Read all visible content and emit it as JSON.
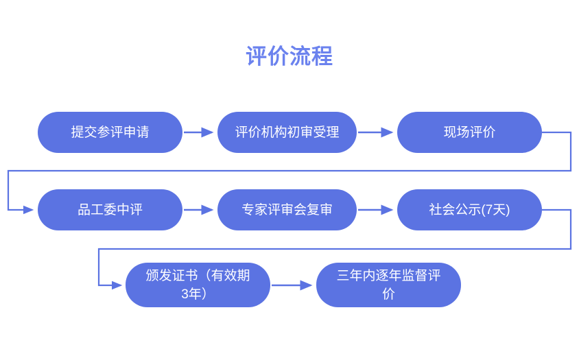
{
  "title": "评价流程",
  "colors": {
    "node_fill": "#5b73e2",
    "node_text": "#ffffff",
    "title": "#6b82ee",
    "connector": "#5b73e2",
    "background": "#ffffff"
  },
  "nodes": [
    {
      "id": "node-1",
      "label": "提交参评申请",
      "row": 1,
      "col": 1
    },
    {
      "id": "node-2",
      "label": "评价机构初审受理",
      "row": 1,
      "col": 2
    },
    {
      "id": "node-3",
      "label": "现场评价",
      "row": 1,
      "col": 3
    },
    {
      "id": "node-4",
      "label": "品工委中评",
      "row": 2,
      "col": 1
    },
    {
      "id": "node-5",
      "label": "专家评审会复审",
      "row": 2,
      "col": 2
    },
    {
      "id": "node-6",
      "label": "社会公示(7天)",
      "row": 2,
      "col": 3
    },
    {
      "id": "node-7",
      "label": "颁发证书（有效期\n3年）",
      "row": 3,
      "col": 1
    },
    {
      "id": "node-8",
      "label": "三年内逐年监督评\n价",
      "row": 3,
      "col": 2
    }
  ],
  "connectors": [
    {
      "from": "node-1",
      "to": "node-2",
      "kind": "straight-arrow"
    },
    {
      "from": "node-2",
      "to": "node-3",
      "kind": "straight-arrow"
    },
    {
      "from": "node-3",
      "to": "node-4",
      "kind": "wrap-right-down-left-arrow"
    },
    {
      "from": "node-4",
      "to": "node-5",
      "kind": "straight-arrow"
    },
    {
      "from": "node-5",
      "to": "node-6",
      "kind": "straight-arrow"
    },
    {
      "from": "node-6",
      "to": "node-7",
      "kind": "wrap-right-down-left-arrow"
    },
    {
      "from": "node-7",
      "to": "node-8",
      "kind": "straight-arrow"
    }
  ]
}
